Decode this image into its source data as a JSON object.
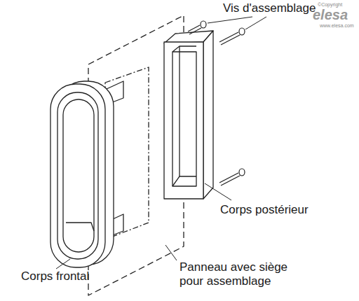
{
  "diagram": {
    "labels": [
      "Vis d'assemblage",
      "©Copyright",
      "elesa",
      "www.elesa.com",
      "Corps postérieur",
      "Corps frontal",
      "Panneau avec siège pour assemblage"
    ]
  }
}
